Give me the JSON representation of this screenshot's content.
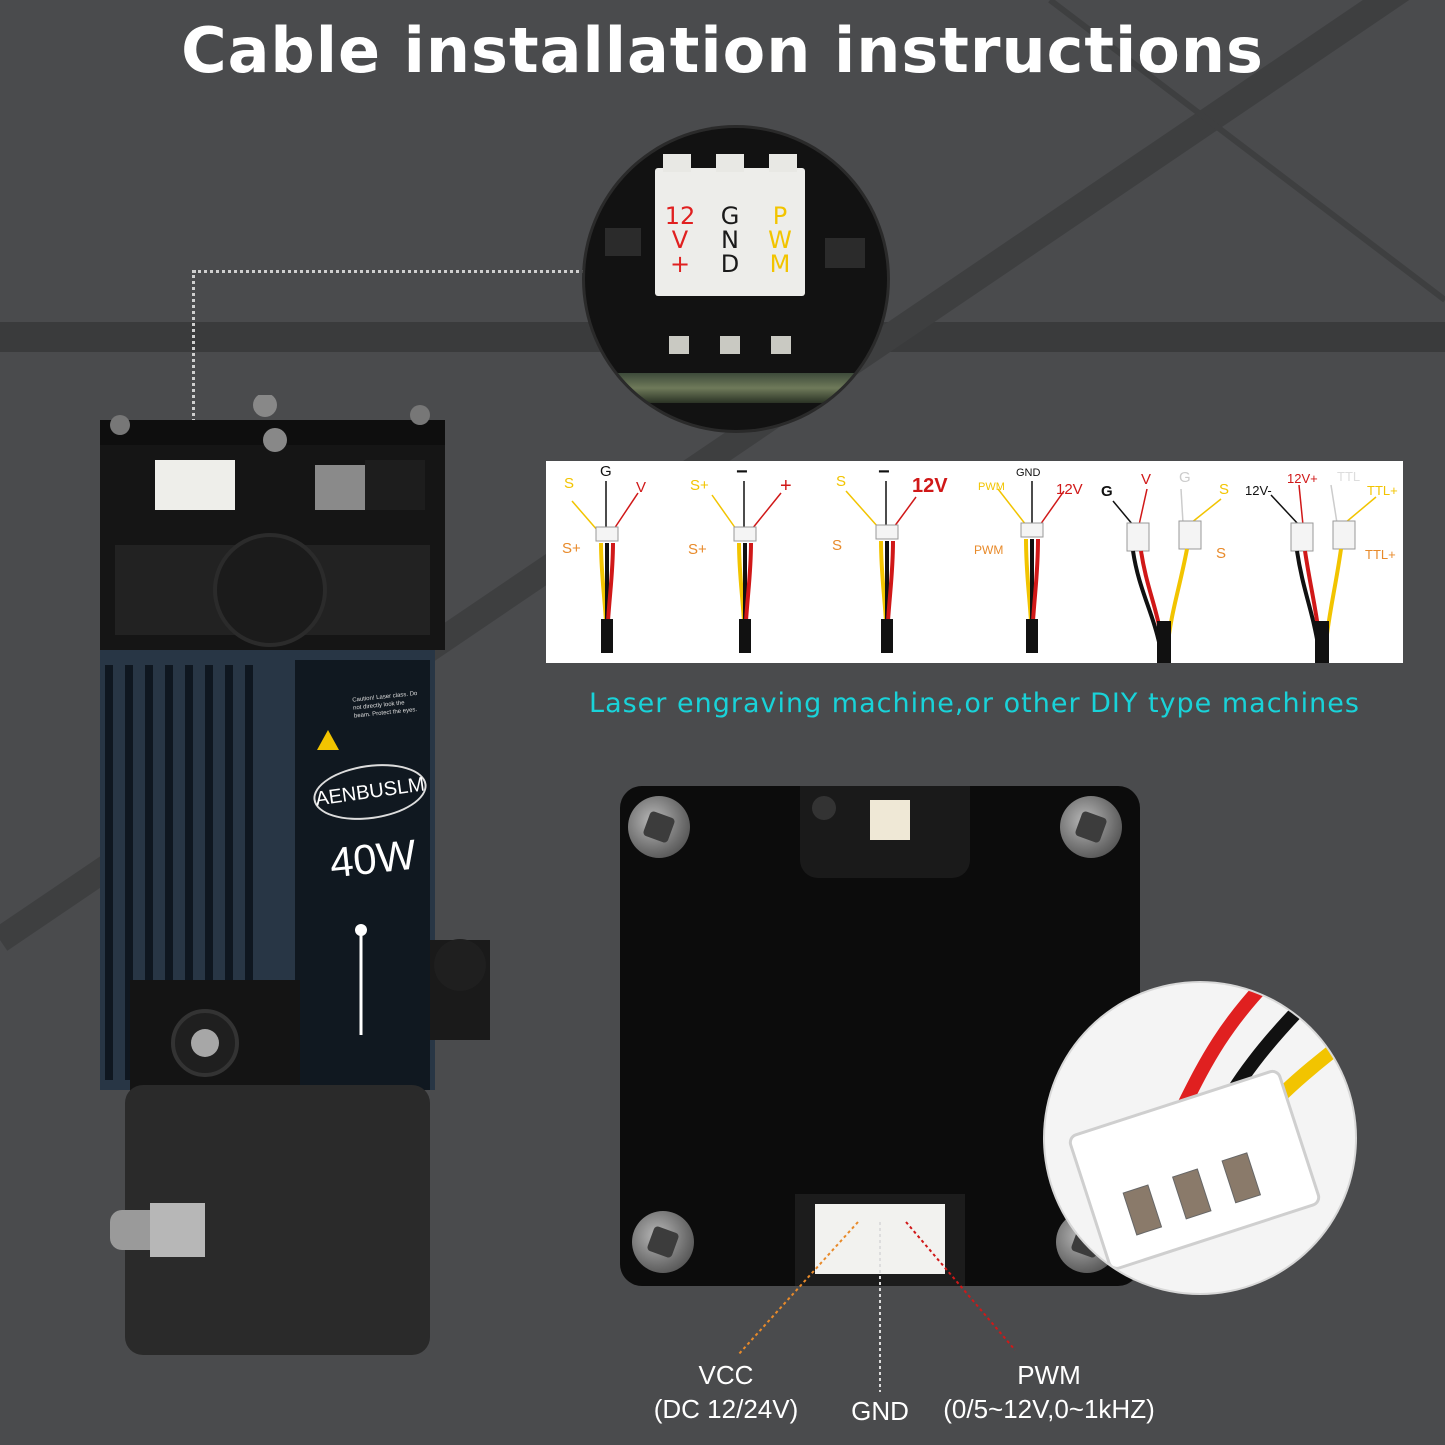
{
  "title": "Cable installation instructions",
  "zoom_connector": {
    "col1": [
      "12",
      "V",
      "+"
    ],
    "col2": [
      "G",
      "N",
      "D"
    ],
    "col3": [
      "P",
      "W",
      "M"
    ],
    "colors": {
      "col1": "#e02020",
      "col2": "#1a1a1a",
      "col3": "#f2c400"
    }
  },
  "laser": {
    "brand": "AENBUSLM",
    "power": "40W",
    "warning_text": "Caution! Laser class. Do not directly look the beam. Protect the eyes."
  },
  "cable_panels": [
    {
      "top": [
        "S",
        "G",
        "V"
      ],
      "bottom": "S+",
      "colors": [
        "#f2c400",
        "#111111",
        "#d01818"
      ],
      "bottom_color": "#e88a2a"
    },
    {
      "top": [
        "S+",
        "−",
        "+"
      ],
      "bottom": "S+",
      "colors": [
        "#f2c400",
        "#111111",
        "#d01818"
      ],
      "bottom_color": "#e88a2a"
    },
    {
      "top": [
        "S",
        "−",
        "12V"
      ],
      "bottom": "S",
      "colors": [
        "#f2c400",
        "#111111",
        "#d01818"
      ],
      "bottom_color": "#e88a2a"
    },
    {
      "top": [
        "PWM",
        "GND",
        "12V"
      ],
      "bottom": "PWM",
      "colors": [
        "#f2c400",
        "#111111",
        "#d01818"
      ],
      "bottom_color": "#e88a2a"
    },
    {
      "top": [
        "G",
        "V",
        "G",
        "S"
      ],
      "bottom": "S",
      "colors": [
        "#111111",
        "#d01818",
        "#cccccc",
        "#f2c400"
      ],
      "bottom_color": "#e88a2a"
    },
    {
      "top": [
        "12V-",
        "12V+",
        "TTL",
        "TTL+"
      ],
      "bottom": "TTL+",
      "colors": [
        "#111111",
        "#d01818",
        "#cccccc",
        "#f2c400"
      ],
      "bottom_color": "#e88a2a"
    }
  ],
  "subtitle": "Laser engraving machine,or other DIY type machines",
  "pins": {
    "vcc": {
      "name": "VCC",
      "detail": "(DC  12/24V)"
    },
    "gnd": {
      "name": "GND"
    },
    "pwm": {
      "name": "PWM",
      "detail": "(0/5~12V,0~1kHZ)"
    }
  }
}
